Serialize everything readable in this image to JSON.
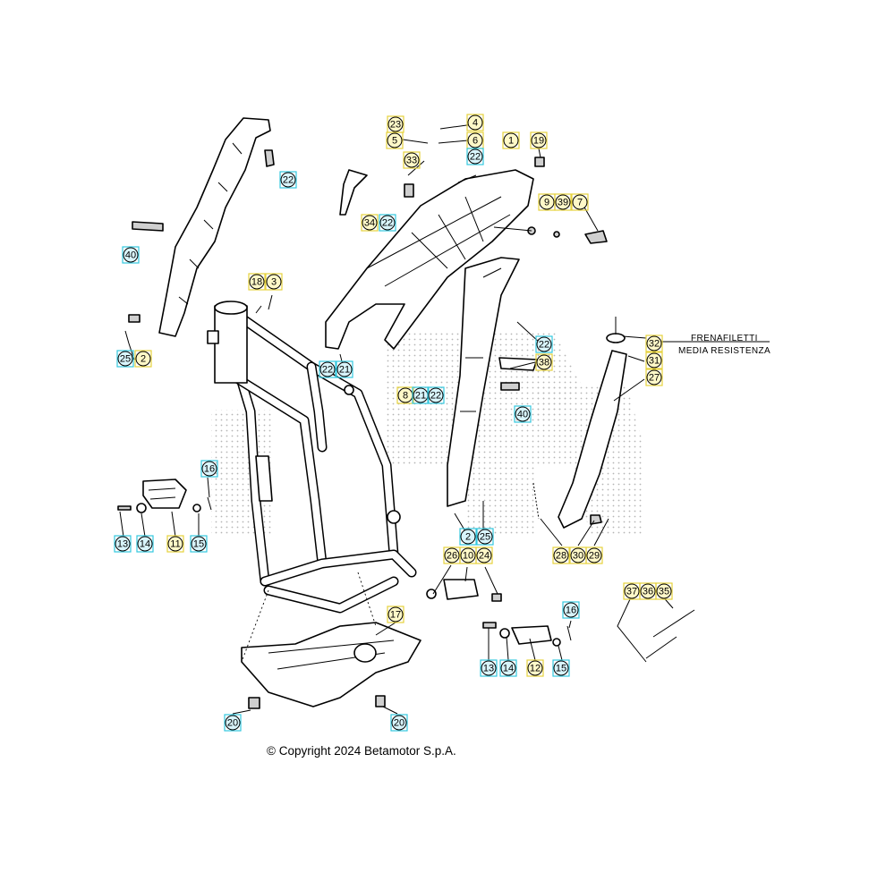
{
  "copyright": "© Copyright 2024 Betamotor S.p.A.",
  "notes": {
    "line1": "FRENAFILETTI",
    "line2": "MEDIA RESISTENZA"
  },
  "colors": {
    "yellow_box": "#e6d23c",
    "cyan_box": "#33c7de",
    "yellow_fill": "#fff8c8",
    "cyan_fill": "#d8f4fb",
    "watermark": "#b5b5b5"
  },
  "callouts": [
    {
      "id": "c-23",
      "label": "23",
      "color": "yellow"
    },
    {
      "id": "c-4",
      "label": "4",
      "color": "yellow"
    },
    {
      "id": "c-5",
      "label": "5",
      "color": "yellow"
    },
    {
      "id": "c-6",
      "label": "6",
      "color": "yellow"
    },
    {
      "id": "c-1",
      "label": "1",
      "color": "yellow"
    },
    {
      "id": "c-19",
      "label": "19",
      "color": "yellow"
    },
    {
      "id": "c-22a",
      "label": "22",
      "color": "cyan"
    },
    {
      "id": "c-33",
      "label": "33",
      "color": "yellow"
    },
    {
      "id": "c-22b",
      "label": "22",
      "color": "cyan"
    },
    {
      "id": "c-34",
      "label": "34",
      "color": "yellow"
    },
    {
      "id": "c-22c",
      "label": "22",
      "color": "cyan"
    },
    {
      "id": "c-9",
      "label": "9",
      "color": "yellow"
    },
    {
      "id": "c-39",
      "label": "39",
      "color": "yellow"
    },
    {
      "id": "c-7",
      "label": "7",
      "color": "yellow"
    },
    {
      "id": "c-40a",
      "label": "40",
      "color": "cyan"
    },
    {
      "id": "c-18",
      "label": "18",
      "color": "yellow"
    },
    {
      "id": "c-3",
      "label": "3",
      "color": "yellow"
    },
    {
      "id": "c-25a",
      "label": "25",
      "color": "cyan"
    },
    {
      "id": "c-2a",
      "label": "2",
      "color": "yellow"
    },
    {
      "id": "c-22d",
      "label": "22",
      "color": "cyan"
    },
    {
      "id": "c-21a",
      "label": "21",
      "color": "cyan"
    },
    {
      "id": "c-22e",
      "label": "22",
      "color": "cyan"
    },
    {
      "id": "c-38",
      "label": "38",
      "color": "yellow"
    },
    {
      "id": "c-8",
      "label": "8",
      "color": "yellow"
    },
    {
      "id": "c-21b",
      "label": "21",
      "color": "cyan"
    },
    {
      "id": "c-22f",
      "label": "22",
      "color": "cyan"
    },
    {
      "id": "c-40b",
      "label": "40",
      "color": "cyan"
    },
    {
      "id": "c-32",
      "label": "32",
      "color": "yellow"
    },
    {
      "id": "c-31",
      "label": "31",
      "color": "yellow"
    },
    {
      "id": "c-27",
      "label": "27",
      "color": "yellow"
    },
    {
      "id": "c-16a",
      "label": "16",
      "color": "cyan"
    },
    {
      "id": "c-13a",
      "label": "13",
      "color": "cyan"
    },
    {
      "id": "c-14a",
      "label": "14",
      "color": "cyan"
    },
    {
      "id": "c-11",
      "label": "11",
      "color": "yellow"
    },
    {
      "id": "c-15a",
      "label": "15",
      "color": "cyan"
    },
    {
      "id": "c-2b",
      "label": "2",
      "color": "cyan"
    },
    {
      "id": "c-25b",
      "label": "25",
      "color": "cyan"
    },
    {
      "id": "c-28",
      "label": "28",
      "color": "yellow"
    },
    {
      "id": "c-30",
      "label": "30",
      "color": "yellow"
    },
    {
      "id": "c-29",
      "label": "29",
      "color": "yellow"
    },
    {
      "id": "c-26",
      "label": "26",
      "color": "yellow"
    },
    {
      "id": "c-10",
      "label": "10",
      "color": "yellow"
    },
    {
      "id": "c-24",
      "label": "24",
      "color": "yellow"
    },
    {
      "id": "c-17",
      "label": "17",
      "color": "yellow"
    },
    {
      "id": "c-37",
      "label": "37",
      "color": "yellow"
    },
    {
      "id": "c-36",
      "label": "36",
      "color": "yellow"
    },
    {
      "id": "c-35",
      "label": "35",
      "color": "yellow"
    },
    {
      "id": "c-16b",
      "label": "16",
      "color": "cyan"
    },
    {
      "id": "c-13b",
      "label": "13",
      "color": "cyan"
    },
    {
      "id": "c-14b",
      "label": "14",
      "color": "cyan"
    },
    {
      "id": "c-12",
      "label": "12",
      "color": "yellow"
    },
    {
      "id": "c-15b",
      "label": "15",
      "color": "cyan"
    },
    {
      "id": "c-20a",
      "label": "20",
      "color": "cyan"
    },
    {
      "id": "c-20b",
      "label": "20",
      "color": "cyan"
    }
  ]
}
